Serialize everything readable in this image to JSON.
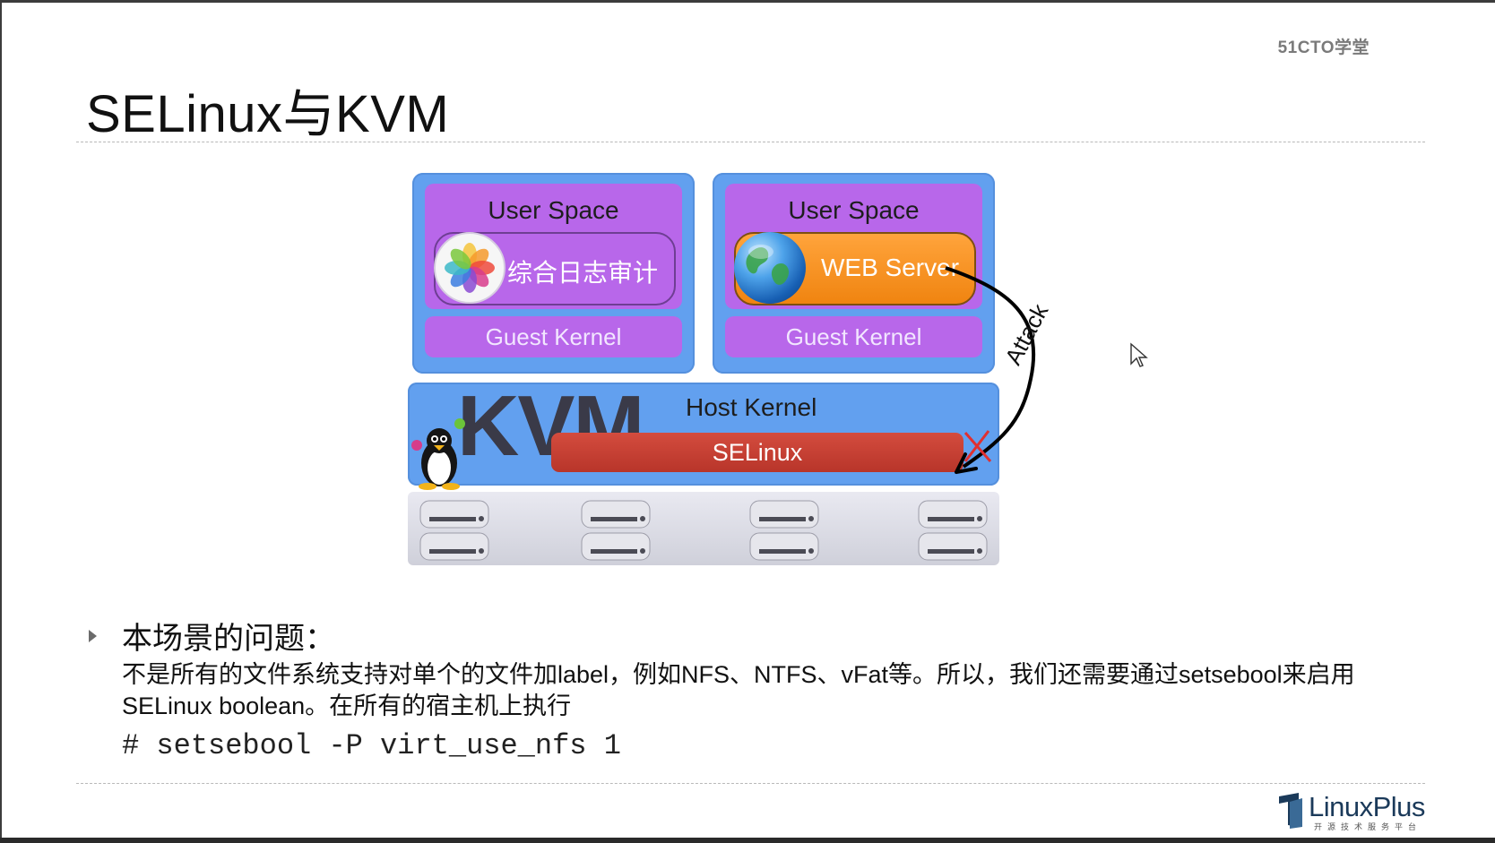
{
  "brand_top": "51CTO学堂",
  "title": "SELinux与KVM",
  "diagram": {
    "vm1": {
      "user_space": "User Space",
      "app": "综合日志审计",
      "guest_kernel": "Guest Kernel",
      "app_icon": "photos-flower-icon"
    },
    "vm2": {
      "user_space": "User Space",
      "app": "WEB Server",
      "guest_kernel": "Guest Kernel",
      "app_icon": "globe-icon"
    },
    "host": {
      "logo_text": "KVM",
      "label": "Host Kernel",
      "selinux": "SELinux",
      "mascot": "tux-penguin-icon"
    },
    "attack_label": "Attack",
    "server_count": 4,
    "colors": {
      "vm_blue": "#62a0ef",
      "user_purple": "#b867ea",
      "web_orange": "#f59a2a",
      "selinux_red": "#c5402f"
    }
  },
  "section": {
    "heading": "本场景的问题：",
    "paragraph": "不是所有的文件系统支持对单个的文件加label，例如NFS、NTFS、vFat等。所以，我们还需要通过setsebool来启用SELinux boolean。在所有的宿主机上执行",
    "command": "# setsebool -P virt_use_nfs 1"
  },
  "footer": {
    "logo_text": "LinuxPlus",
    "logo_subtext": "开源技术服务平台"
  }
}
